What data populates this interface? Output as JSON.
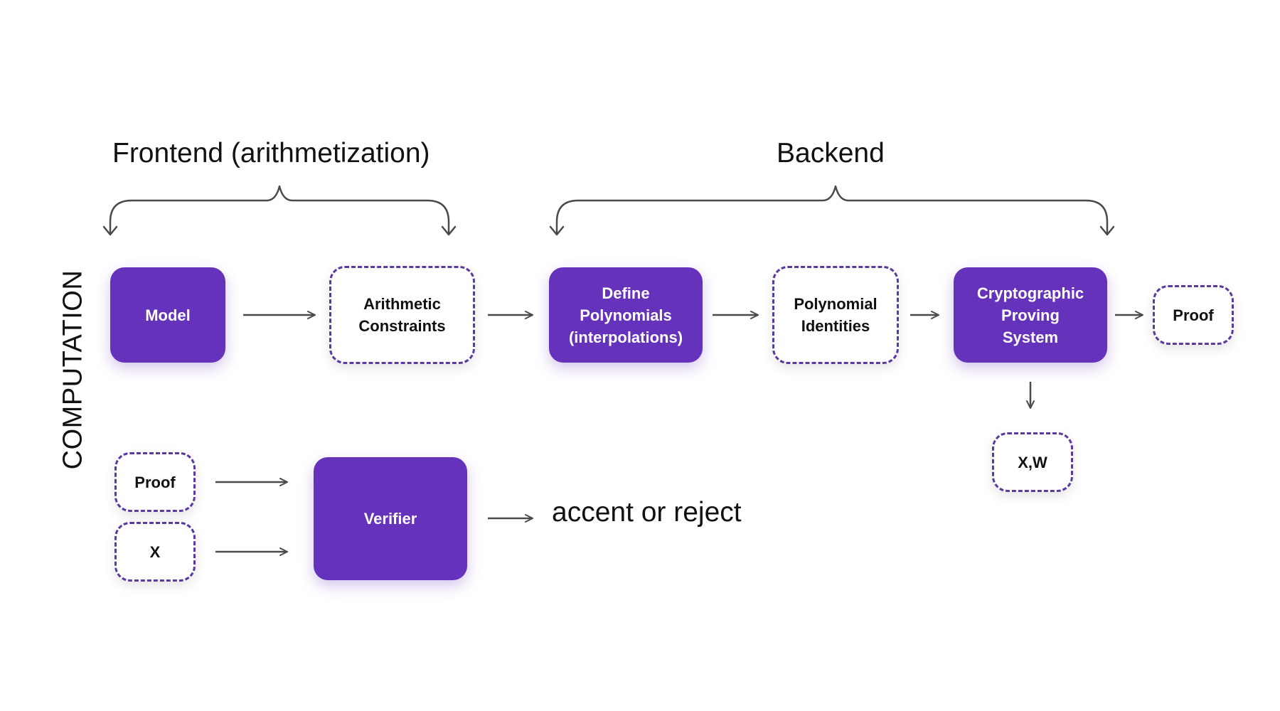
{
  "diagram": {
    "side_label": "COMPUTATION",
    "headings": {
      "frontend": "Frontend (arithmetization)",
      "backend": "Backend"
    },
    "nodes": {
      "model": "Model",
      "arithmetic_constraints": "Arithmetic\nConstraints",
      "define_polynomials": "Define\nPolynomials\n(interpolations)",
      "polynomial_identities": "Polynomial\nIdentities",
      "proving_system": "Cryptographic\nProving\nSystem",
      "proof_output": "Proof",
      "xw": "X,W",
      "proof_input": "Proof",
      "x_input": "X",
      "verifier": "Verifier"
    },
    "outcome": "accent or reject",
    "colors": {
      "accent": "#6533bb",
      "dashed_border": "#5b3a9e",
      "connector": "#4a4a4a",
      "text": "#111111"
    }
  }
}
